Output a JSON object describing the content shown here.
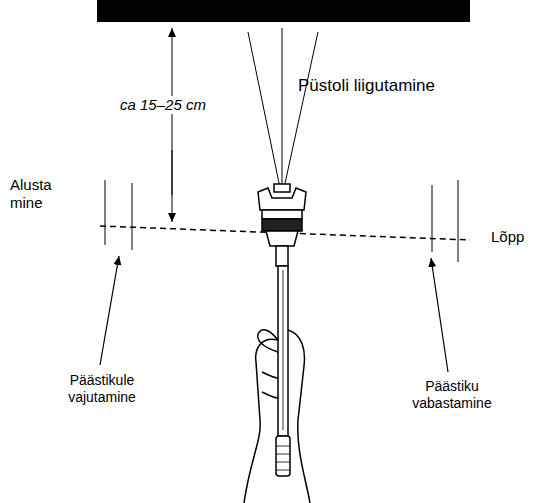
{
  "diagram": {
    "labels": [
      "ca 15–25 cm",
      "Püstoli liigutamine",
      "Alusta mine",
      "Lõpp",
      "Päästikule vajutamine",
      "Päästiku vabastamine"
    ]
  }
}
